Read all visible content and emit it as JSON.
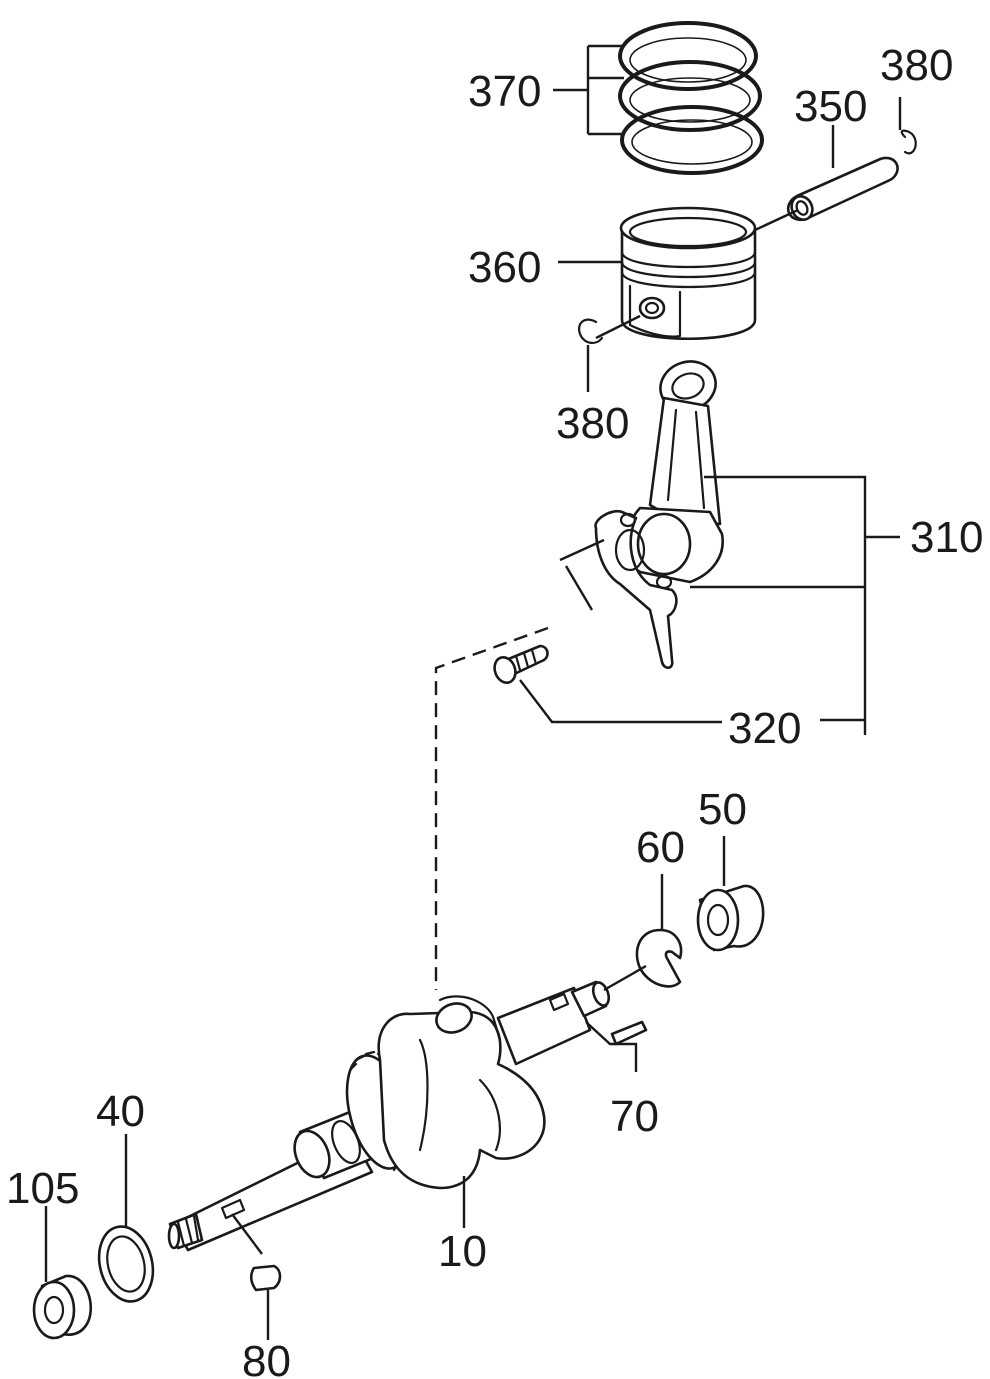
{
  "diagram": {
    "part_numbers": {
      "p10": "10",
      "p40": "40",
      "p50": "50",
      "p60": "60",
      "p70": "70",
      "p80": "80",
      "p105": "105",
      "p310": "310",
      "p320": "320",
      "p350": "350",
      "p360": "360",
      "p370": "370",
      "p380a": "380",
      "p380b": "380"
    }
  }
}
